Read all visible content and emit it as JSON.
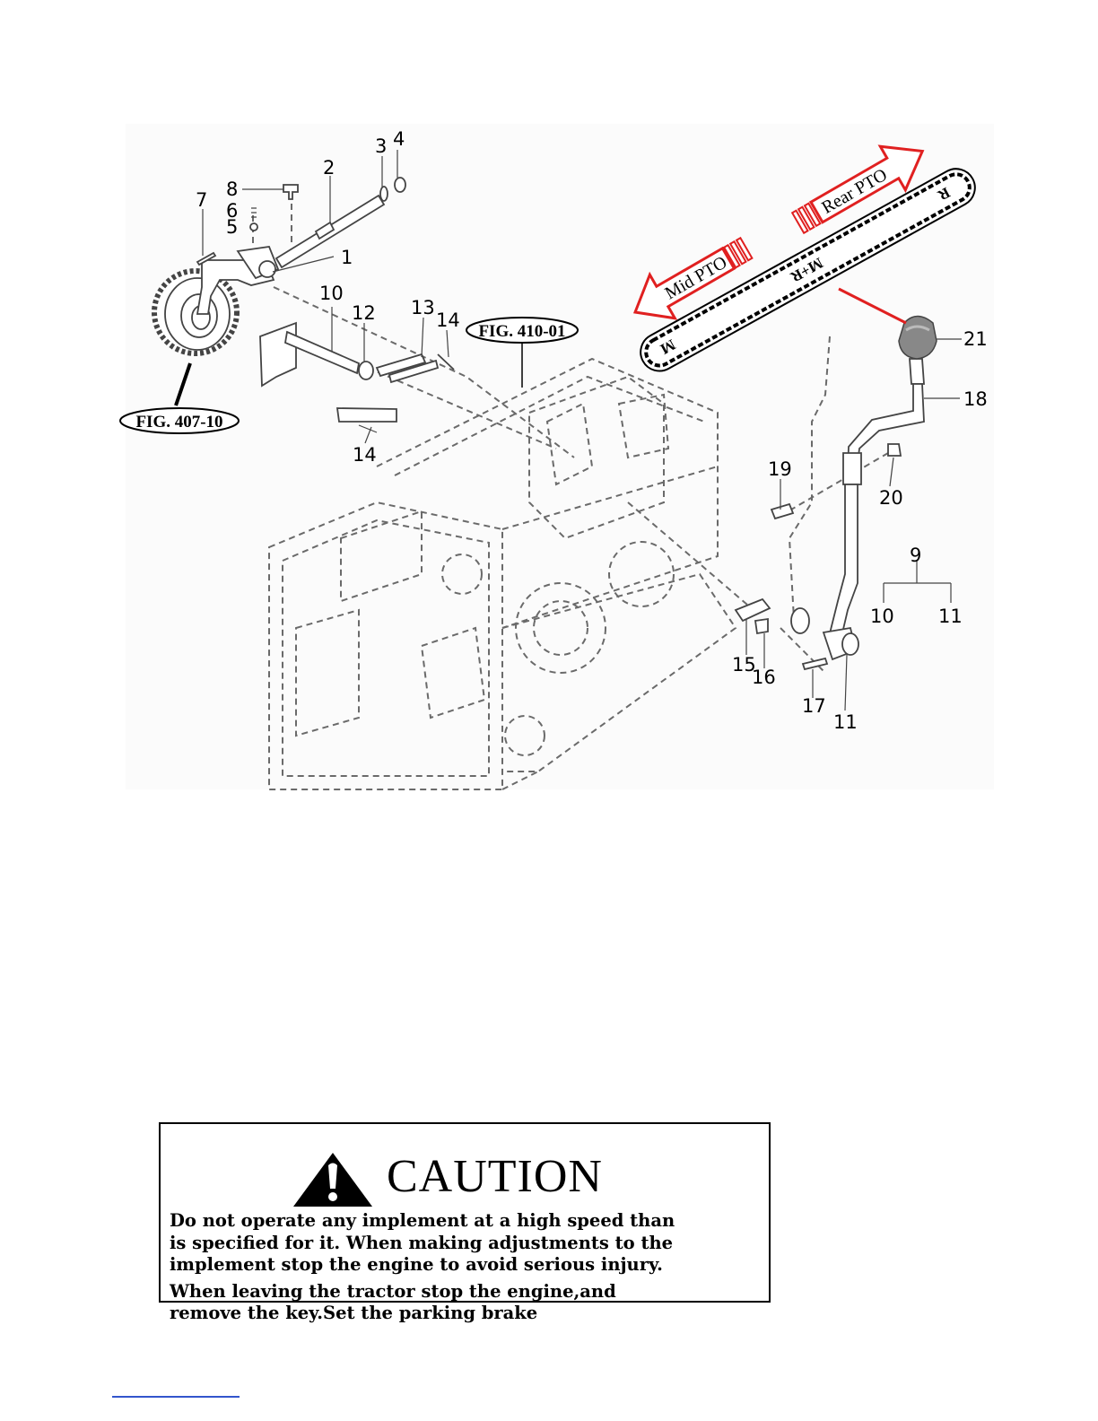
{
  "diagram": {
    "part_labels": {
      "p1": "1",
      "p2": "2",
      "p3": "3",
      "p4": "4",
      "p5": "5",
      "p6": "6",
      "p7": "7",
      "p8": "8",
      "p9": "9",
      "p10a": "10",
      "p10b": "10",
      "p11a": "11",
      "p11b": "11",
      "p12": "12",
      "p13": "13",
      "p14a": "14",
      "p14b": "14",
      "p15": "15",
      "p16": "16",
      "p17": "17",
      "p18": "18",
      "p19": "19",
      "p20": "20",
      "p21": "21"
    },
    "fig_refs": {
      "fig407": "FIG. 407-10",
      "fig410": "FIG. 410-01"
    },
    "plate_marks": {
      "m": "M",
      "mr": "M+R",
      "r": "R"
    },
    "arrows": {
      "mid": "Mid PTO",
      "rear": "Rear PTO"
    },
    "colors": {
      "arrow_outline": "#e02020",
      "line": "#444444"
    }
  },
  "caution": {
    "icon": "warning-triangle-icon",
    "title": "CAUTION",
    "lines": [
      "Do not operate any implement at a high speed than",
      "is specified for it. When making adjustments to the",
      "implement stop the engine to avoid serious injury.",
      "When leaving the tractor stop the engine,and",
      "remove the key.Set the parking brake"
    ]
  }
}
